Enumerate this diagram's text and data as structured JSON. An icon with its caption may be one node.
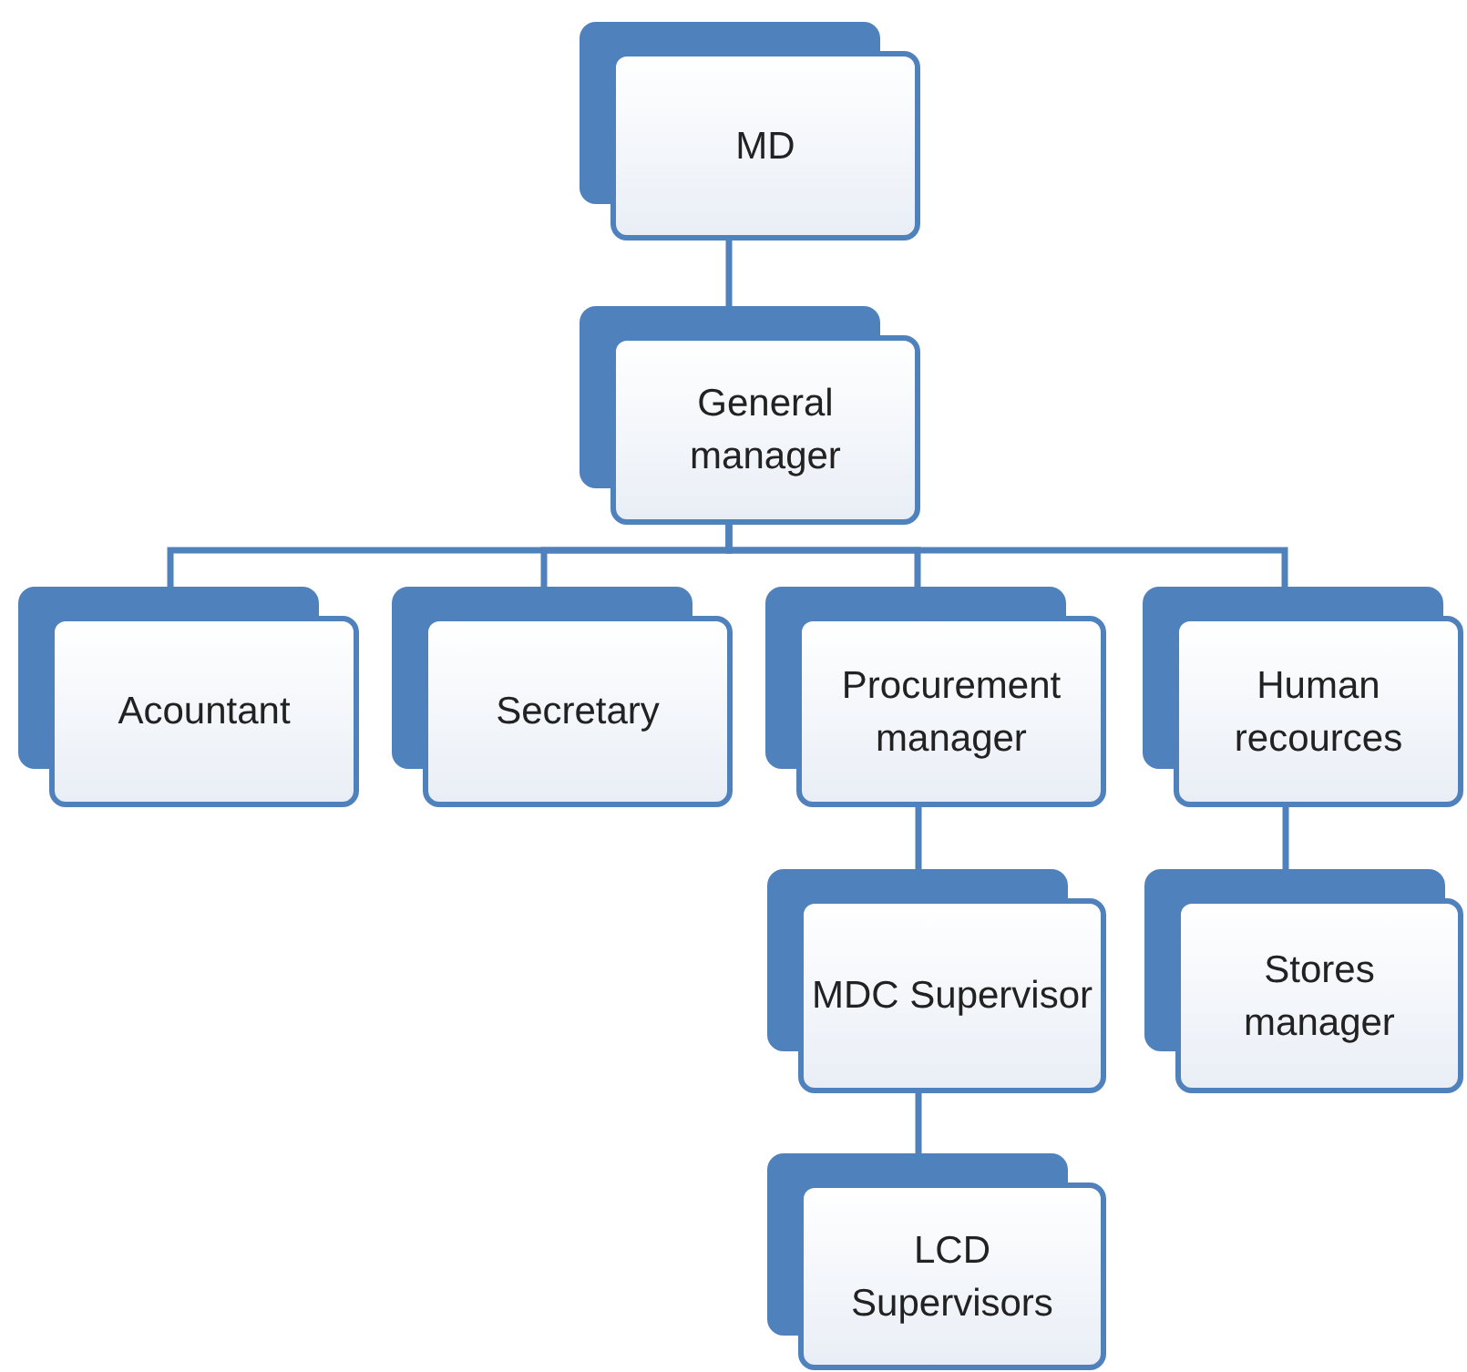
{
  "diagram": {
    "nodes": [
      {
        "text": [
          "MD"
        ]
      },
      {
        "text": [
          "General manager"
        ]
      },
      {
        "text": [
          "Acountant"
        ]
      },
      {
        "text": [
          "Secretary"
        ]
      },
      {
        "text": [
          "Procurement manager"
        ]
      },
      {
        "text": [
          "Human recources"
        ]
      },
      {
        "text": [
          "MDC Supervisor"
        ]
      },
      {
        "text": [
          "Stores manager"
        ]
      },
      {
        "text": [
          "LCD Supervisors"
        ]
      }
    ],
    "edges": [
      {
        "from": 0,
        "to": 1,
        "arrow": "none"
      },
      {
        "from": 1,
        "to": 2,
        "arrow": "none"
      },
      {
        "from": 1,
        "to": 3,
        "arrow": "none"
      },
      {
        "from": 1,
        "to": 4,
        "arrow": "none"
      },
      {
        "from": 1,
        "to": 5,
        "arrow": "none"
      },
      {
        "from": 4,
        "to": 6,
        "arrow": "none"
      },
      {
        "from": 5,
        "to": 7,
        "arrow": "none"
      },
      {
        "from": 6,
        "to": 8,
        "arrow": "none"
      }
    ]
  }
}
